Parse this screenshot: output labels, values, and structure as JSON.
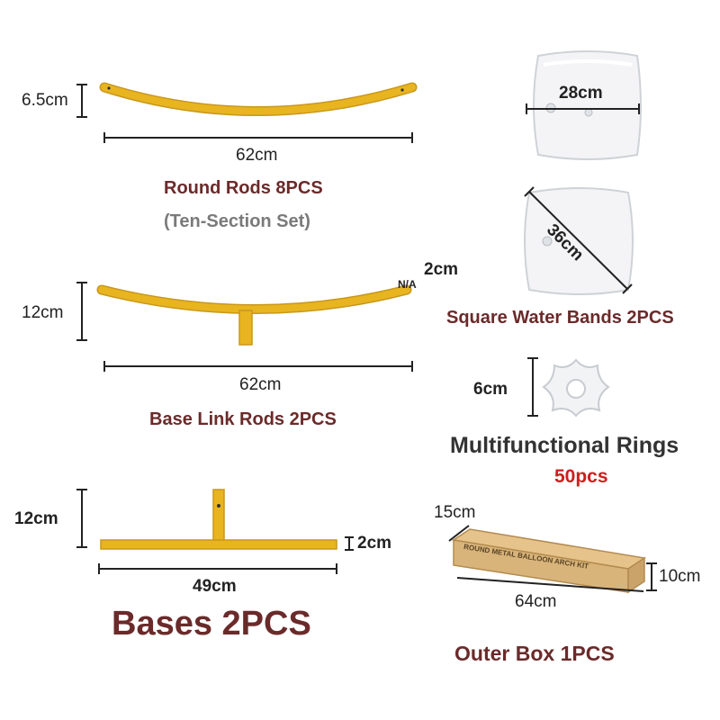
{
  "colors": {
    "gold": "#e8b520",
    "gold_dark": "#c9971a",
    "title": "#6b2a2a",
    "subtitle": "#7a7a7a",
    "accent_red": "#cc1f1f",
    "box": "#d8b47a",
    "bag": "#f4f4f6"
  },
  "round_rods": {
    "height": "6.5cm",
    "length": "62cm",
    "title": "Round Rods 8PCS",
    "subtitle": "(Ten-Section Set)"
  },
  "base_link_rods": {
    "height": "12cm",
    "length": "62cm",
    "title": "Base Link Rods 2PCS",
    "tip_label": "N/A",
    "tip_size": "2cm"
  },
  "bases": {
    "height": "12cm",
    "thickness": "2cm",
    "length": "49cm",
    "title": "Bases 2PCS"
  },
  "square_water_bags": {
    "size_top": "28cm",
    "size_diag": "36cm",
    "title": "Square Water Bands 2PCS"
  },
  "rings": {
    "size": "6cm",
    "title": "Multifunctional Rings",
    "count": "50pcs"
  },
  "outer_box": {
    "depth": "15cm",
    "height": "10cm",
    "length": "64cm",
    "title": "Outer Box 1PCS",
    "box_print": "ROUND METAL BALLOON ARCH KIT"
  }
}
